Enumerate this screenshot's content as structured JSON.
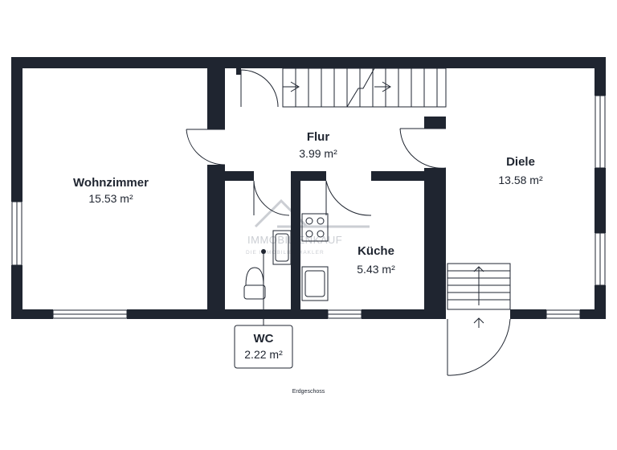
{
  "floor_label": "Erdgeschoss",
  "watermark": {
    "line1": "IMMOBILIENKAUF",
    "line2": "DIE IMMOBILIENMAKLER"
  },
  "rooms": [
    {
      "name": "Wohnzimmer",
      "area": "15.53 m²"
    },
    {
      "name": "Flur",
      "area": "3.99 m²"
    },
    {
      "name": "Diele",
      "area": "13.58 m²"
    },
    {
      "name": "Küche",
      "area": "5.43 m²"
    },
    {
      "name": "WC",
      "area": "2.22 m²"
    }
  ],
  "colors": {
    "wall": "#1f2530",
    "background": "#ffffff",
    "line": "#1f2530"
  }
}
